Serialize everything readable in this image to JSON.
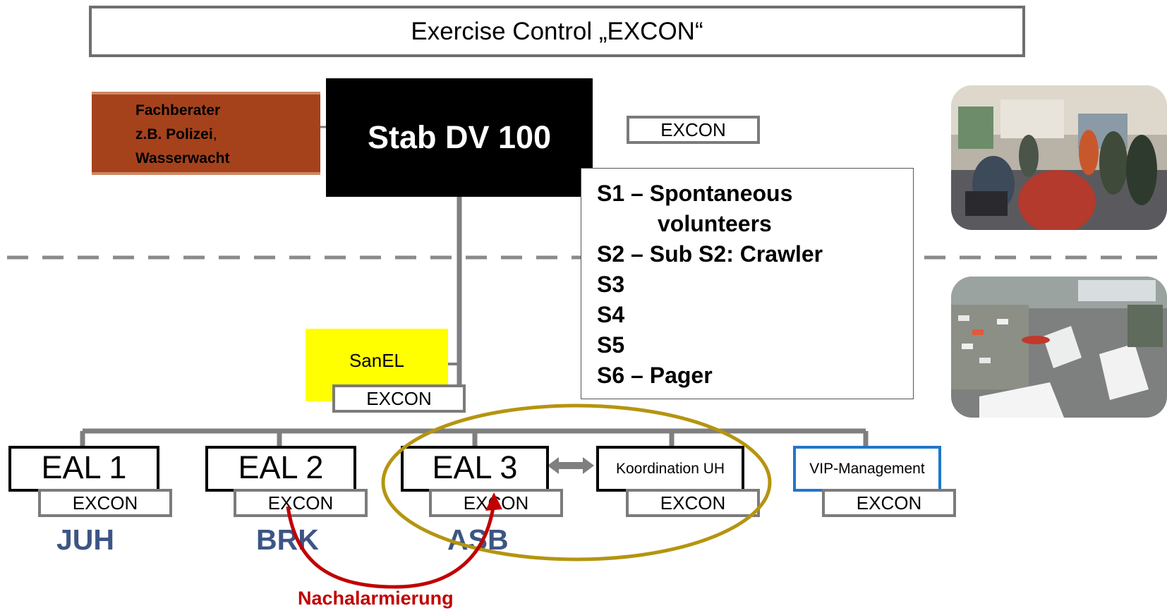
{
  "title": "Exercise Control „EXCON“",
  "fachberater": {
    "line1": "Fachberater",
    "line2_bold": "z.B. Polizei",
    "line2_rest": ",",
    "line3": "Wasserwacht"
  },
  "stab": "Stab DV 100",
  "excon_label": "EXCON",
  "roles": [
    "S1 – Spontaneous",
    "volunteers",
    "S2 – Sub S2: Crawler",
    "S3",
    "S4",
    "S5",
    "S6 – Pager"
  ],
  "sanel": "SanEL",
  "units": [
    {
      "label": "EAL 1",
      "org": "JUH"
    },
    {
      "label": "EAL 2",
      "org": "BRK"
    },
    {
      "label": "EAL 3",
      "org": "ASB"
    },
    {
      "label": "Koordination UH",
      "org": ""
    },
    {
      "label": "VIP-Management",
      "org": ""
    }
  ],
  "nachalarmierung": "Nachalarmierung",
  "colors": {
    "fachberater_fill": "#a5421c",
    "sanel_fill": "#ffff00",
    "org_text": "#3d5584",
    "arrow_red": "#c00000",
    "ellipse": "#b59410",
    "vip_border": "#1f77c8",
    "connector": "#7f7f7f"
  }
}
